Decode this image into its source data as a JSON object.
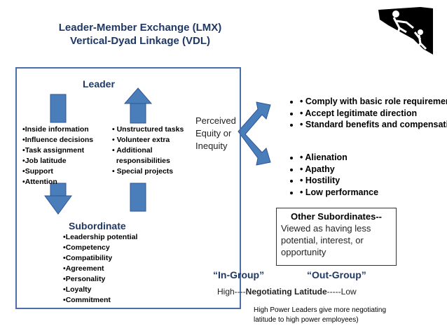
{
  "title": {
    "line1": "Leader-Member Exchange (LMX)",
    "line2": "Vertical-Dyad Linkage (VDL)"
  },
  "leader_label": "Leader",
  "subordinate_label": "Subordinate",
  "leader_to_sub_items": [
    "Inside information",
    "Influence decisions",
    "Task assignment",
    "Job latitude",
    "Support",
    "Attention"
  ],
  "sub_to_leader_items": [
    "Unstructured tasks",
    "Volunteer extra",
    "Additional",
    " responsibilities",
    "Special projects"
  ],
  "subordinate_items": [
    "Leadership potential",
    "Competency",
    "Compatibility",
    "Agreement",
    "Personality",
    "Loyalty",
    "Commitment"
  ],
  "perceived": [
    "Perceived",
    "Equity or",
    "Inequity"
  ],
  "equity_outcomes": [
    "Comply with basic role requirements",
    "Accept legitimate direction",
    "Standard benefits and compensation"
  ],
  "inequity_outcomes": [
    "Alienation",
    "Apathy",
    "Hostility",
    "Low performance"
  ],
  "other_subordinates": {
    "heading": "Other Subordinates--",
    "text_lines": [
      "Viewed as having less",
      "potential, interest, or",
      "opportunity"
    ]
  },
  "in_group": "“In-Group”",
  "out_group": "“Out-Group”",
  "latitude": {
    "high": "High----",
    "label": "Negotiating Latitude",
    "low": "-----Low"
  },
  "note_lines": [
    "High Power Leaders give more negotiating",
    "latitude to high power employees)"
  ],
  "colors": {
    "arrow": "#4a7ebb",
    "arrow_stroke": "#2f5597",
    "frame": "#4a6ea9",
    "title": "#1f3864"
  },
  "icon": "climbers-helping-icon"
}
